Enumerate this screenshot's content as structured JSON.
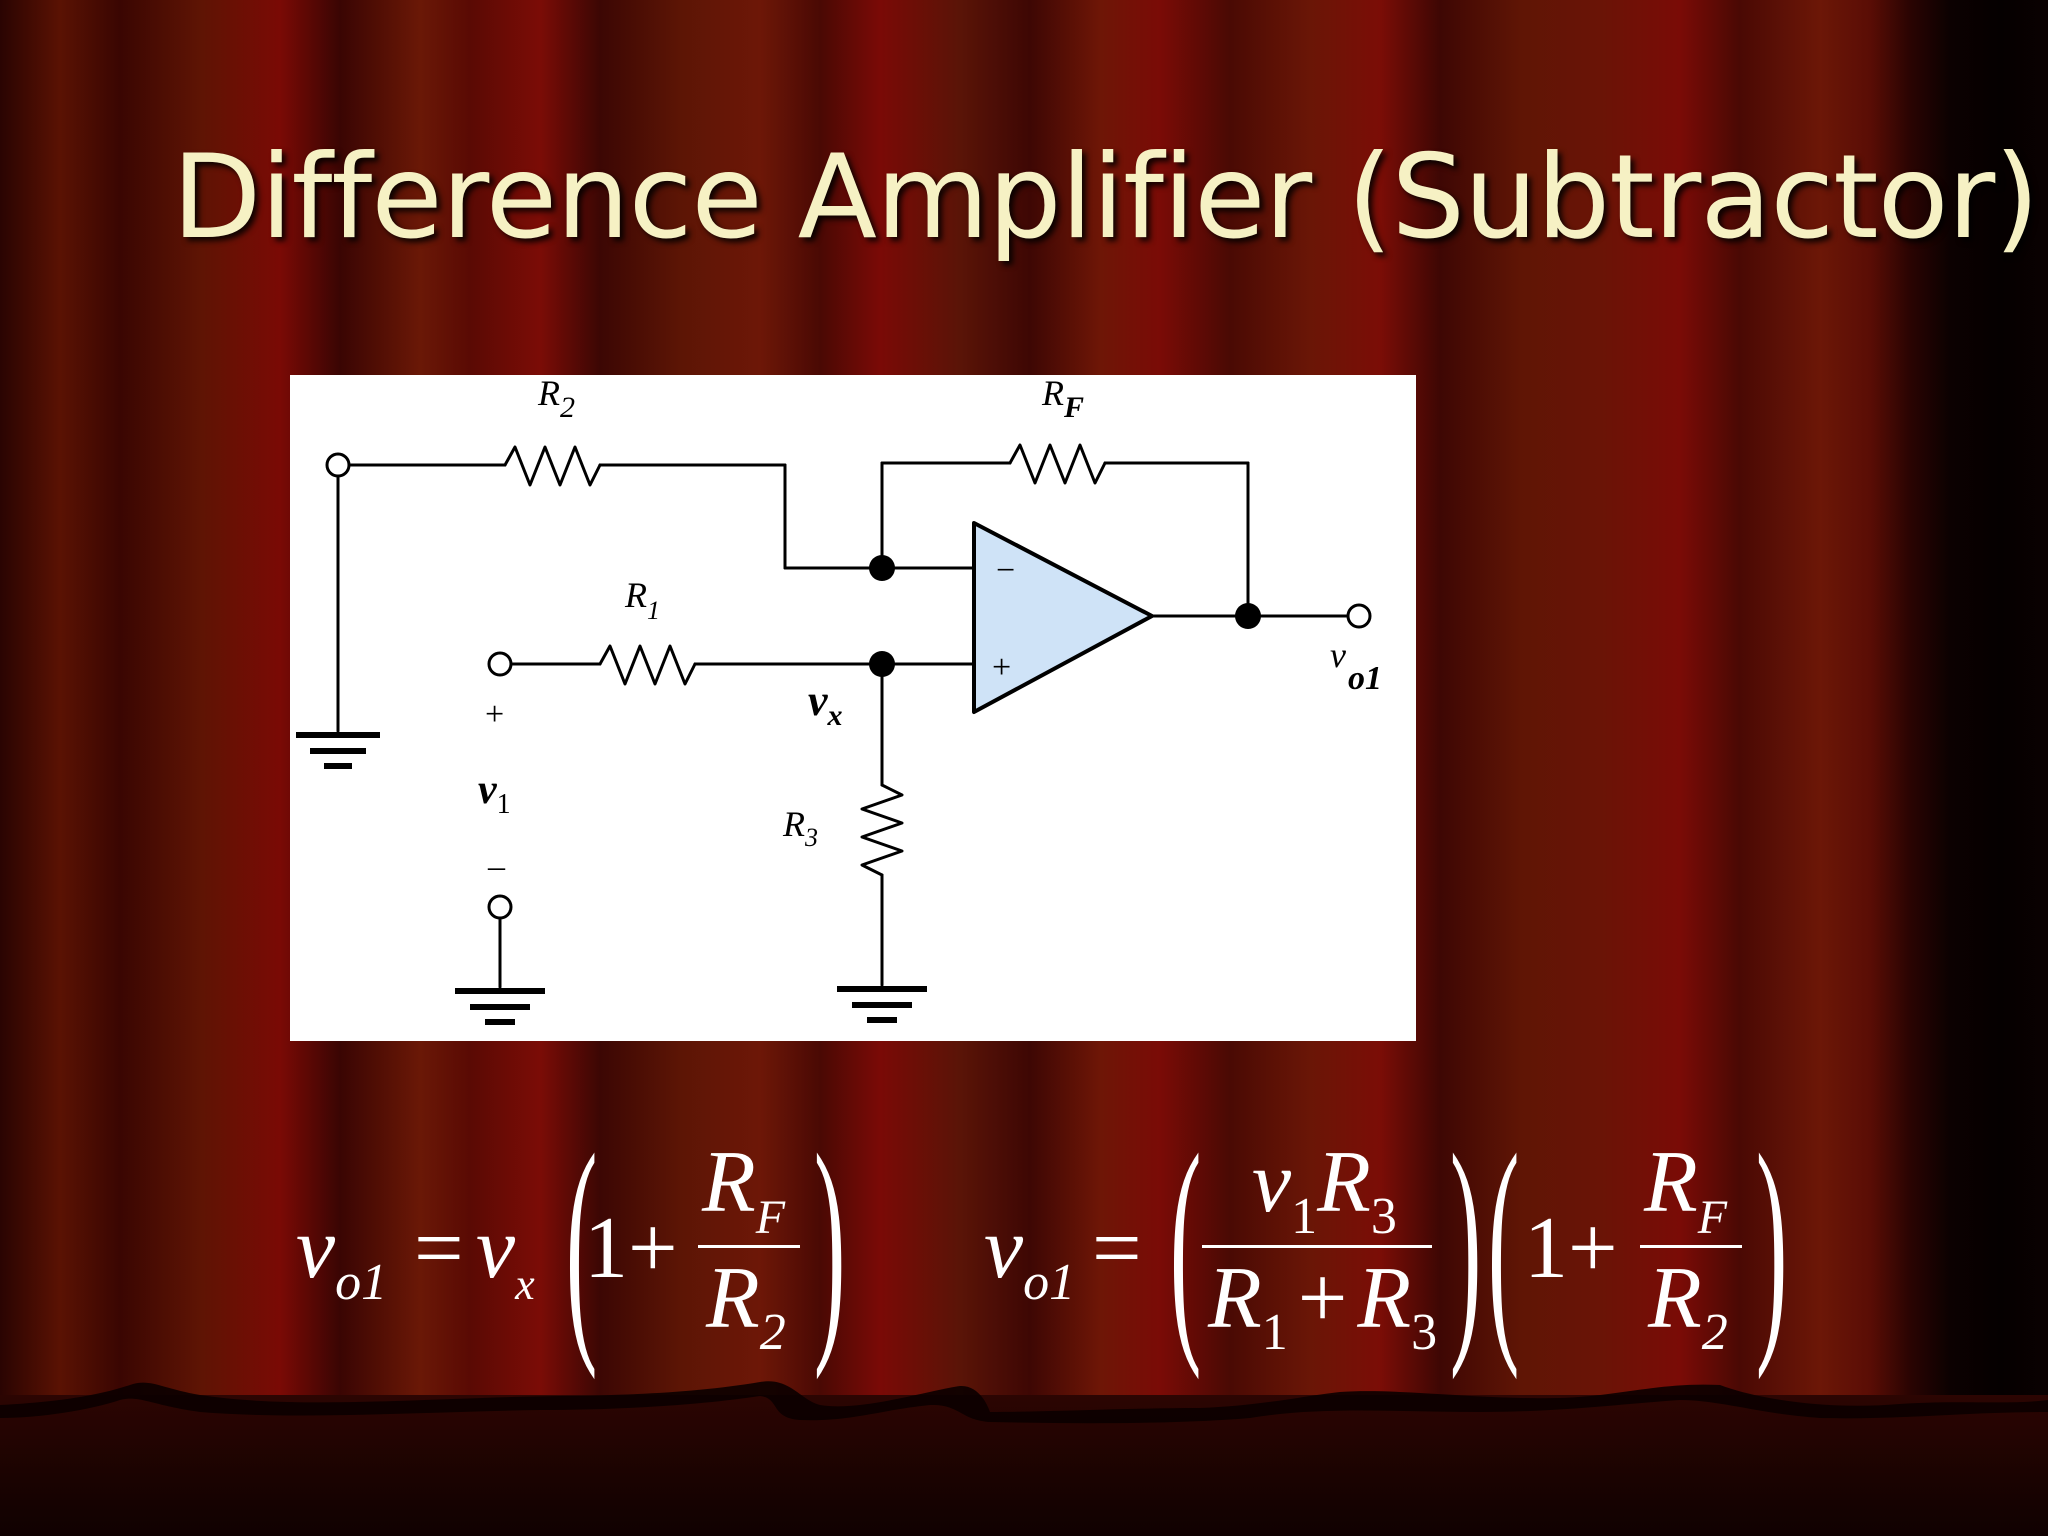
{
  "slide": {
    "title": "Difference Amplifier (Subtractor)"
  },
  "circuit": {
    "labels": {
      "r2": "R",
      "r2_sub": "2",
      "rf": "R",
      "rf_sub": "F",
      "r1": "R",
      "r1_sub": "1",
      "r3": "R",
      "r3_sub": "3",
      "vx": "v",
      "vx_sub": "x",
      "v1": "v",
      "v1_sub": "1",
      "vo1": "v",
      "vo1_sub": "o1",
      "v1_plus": "+",
      "v1_minus": "–",
      "opamp_minus": "−",
      "opamp_plus": "+"
    }
  },
  "equations": {
    "left": {
      "lhs_var": "v",
      "lhs_sub": "o1",
      "equals": "=",
      "rhs_var": "v",
      "rhs_sub": "x",
      "one_plus": "1+",
      "num_var": "R",
      "num_sub": "F",
      "den_var": "R",
      "den_sub": "2"
    },
    "right": {
      "lhs_var": "v",
      "lhs_sub": "o1",
      "equals": "=",
      "num1_a": "v",
      "num1_a_sub": "1",
      "num1_b": "R",
      "num1_b_sub": "3",
      "den1_a": "R",
      "den1_a_sub": "1",
      "den1_plus": "+",
      "den1_b": "R",
      "den1_b_sub": "3",
      "one_plus": "1+",
      "num2_var": "R",
      "num2_sub": "F",
      "den2_var": "R",
      "den2_sub": "2"
    }
  }
}
